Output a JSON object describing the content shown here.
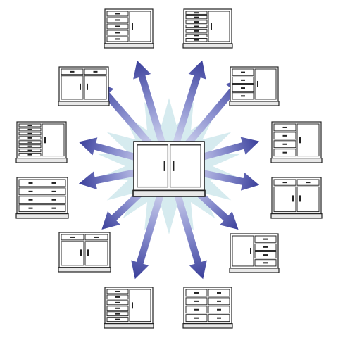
{
  "diagram": {
    "center": {
      "name": "center-cabinet-two-doors",
      "type": "two-door",
      "drawers": 0
    },
    "variants": [
      {
        "name": "cabinet-variant-1",
        "type": "drawers-left-door-right",
        "drawers": 5
      },
      {
        "name": "cabinet-variant-2",
        "type": "drawers-left-door-right",
        "drawers": 7
      },
      {
        "name": "cabinet-variant-3",
        "type": "drawers-left-door-right",
        "drawers": 4
      },
      {
        "name": "cabinet-variant-4",
        "type": "door-left-drawers-right",
        "drawers": 4
      },
      {
        "name": "cabinet-variant-5",
        "type": "two-door-with-top-drawers",
        "drawers": 2
      },
      {
        "name": "cabinet-variant-6",
        "type": "drawers-left-door-right",
        "drawers": 8
      },
      {
        "name": "cabinet-variant-7",
        "type": "two-door-with-top-drawers",
        "drawers": 2
      },
      {
        "name": "cabinet-variant-8",
        "type": "two-columns-of-drawers",
        "drawers": 8
      },
      {
        "name": "cabinet-variant-9",
        "type": "full-width-drawers",
        "drawers": 4
      },
      {
        "name": "cabinet-variant-10",
        "type": "drawers-left-door-right",
        "drawers": 6
      },
      {
        "name": "cabinet-variant-11",
        "type": "two-door-with-top-drawers",
        "drawers": 2
      },
      {
        "name": "cabinet-variant-12",
        "type": "drawers-left-door-right",
        "drawers": 4
      }
    ],
    "colors": {
      "arrow_dark": "#3a3f9a",
      "arrow_light": "#e6e9f8",
      "burst": "#cfe8ec",
      "line": "#222222",
      "base": "#e8e8e8"
    }
  }
}
